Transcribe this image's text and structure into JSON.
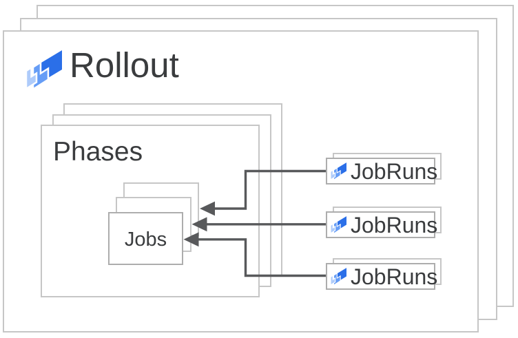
{
  "diagram": {
    "title": {
      "label": "Rollout",
      "icon": "cloud-deploy-icon"
    },
    "phases": {
      "label": "Phases"
    },
    "jobs": {
      "label": "Jobs"
    },
    "jobruns": [
      {
        "label": "JobRuns",
        "icon": "cloud-deploy-icon"
      },
      {
        "label": "JobRuns",
        "icon": "cloud-deploy-icon"
      },
      {
        "label": "JobRuns",
        "icon": "cloud-deploy-icon"
      }
    ],
    "stack_layers_per_box": 3,
    "arrow_count": 3,
    "colors": {
      "icon_blue_dark": "#2b6fe8",
      "icon_blue_medium": "#669df6",
      "icon_blue_light": "#aecbfa",
      "arrow": "#58595b",
      "box_border_light": "#c6c6c6",
      "box_border_front": "#adadad",
      "text": "#3a3c3e",
      "background": "#ffffff"
    }
  }
}
